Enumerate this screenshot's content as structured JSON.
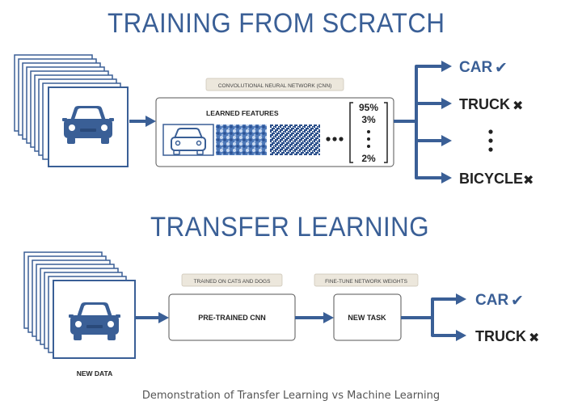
{
  "top": {
    "title": "TRAINING FROM SCRATCH",
    "cnn_label": "CONVOLUTIONAL NEURAL NETWORK (CNN)",
    "learned_features": "LEARNED FEATURES",
    "scores": [
      "95%",
      "3%",
      "2%"
    ],
    "outputs": [
      {
        "label": "CAR",
        "mark": "✔"
      },
      {
        "label": "TRUCK",
        "mark": "✖"
      },
      {
        "label": "BICYCLE",
        "mark": "✖"
      }
    ]
  },
  "bottom": {
    "title": "TRANSFER LEARNING",
    "new_data": "NEW DATA",
    "trained_label": "TRAINED ON CATS AND DOGS",
    "pretrained_box": "PRE-TRAINED CNN",
    "finetune_label": "FINE-TUNE NETWORK WEIGHTS",
    "newtask_box": "NEW TASK",
    "outputs": [
      {
        "label": "CAR",
        "mark": "✔"
      },
      {
        "label": "TRUCK",
        "mark": "✖"
      }
    ]
  },
  "caption": "Demonstration of Transfer Learning vs Machine Learning",
  "colors": {
    "accent": "#3a5f96",
    "dark": "#222222",
    "tag_bg": "#ece7dc",
    "line": "#4a4a4a"
  }
}
